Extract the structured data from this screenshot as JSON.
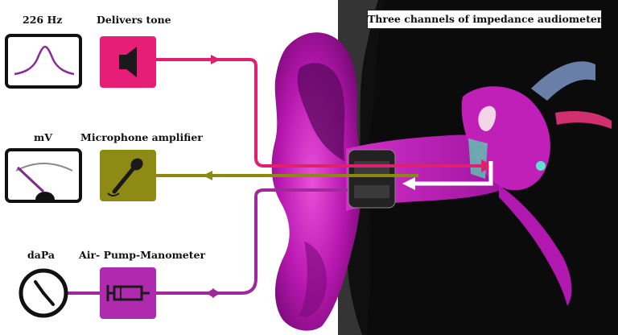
{
  "title": "Three channels of impedance audiometer",
  "channels": [
    {
      "meter_label": "226 Hz",
      "device_label": "Delivers tone",
      "meter_icon": "frequency-peak-display-icon",
      "device_icon": "speaker-icon",
      "color": "#e0206e"
    },
    {
      "meter_label": "mV",
      "device_label": "Microphone amplifier",
      "meter_icon": "analog-voltmeter-icon",
      "device_icon": "microphone-icon",
      "color": "#8a8a10"
    },
    {
      "meter_label": "daPa",
      "device_label": "Air- Pump-Manometer",
      "meter_icon": "pressure-gauge-icon",
      "device_icon": "syringe-pump-icon",
      "color": "#a0289a"
    }
  ],
  "colors": {
    "background_dark": "#0a0a0a",
    "ear_magenta": "#c21ab8",
    "ear_dark": "#4a0a52",
    "probe_tip": "#333333"
  }
}
